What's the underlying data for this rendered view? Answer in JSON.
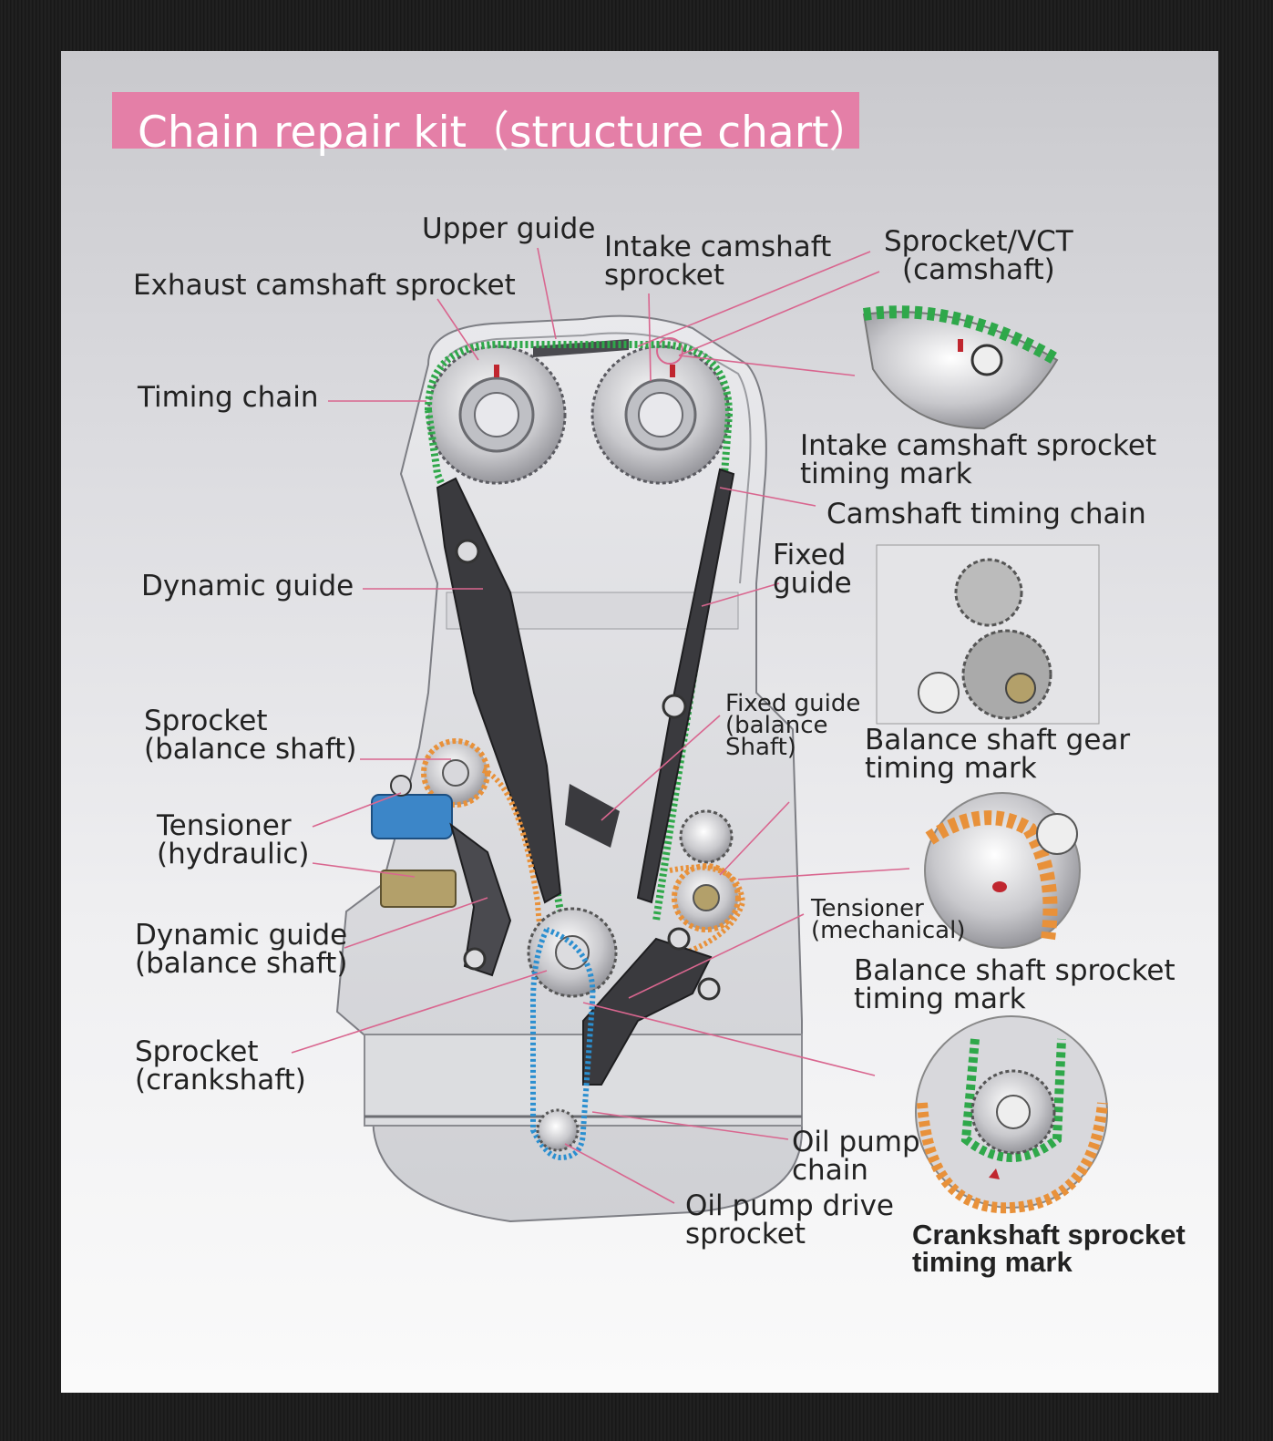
{
  "title": "Chain repair kit（structure chart）",
  "colors": {
    "title_bg": "#e47fa7",
    "leader": "#d9668f",
    "timing_chain": "#2fa84a",
    "balance_chain": "#e8913a",
    "oil_pump_chain": "#2b8fd0",
    "guide": "#2b2b2b",
    "tensioner": "#3c86c8"
  },
  "labels": {
    "upper_guide": "Upper guide",
    "intake_camshaft_sprocket": "Intake camshaft\nsprocket",
    "sprocket_vct": "Sprocket/VCT\n(camshaft)",
    "exhaust_camshaft_sprocket": "Exhaust camshaft sprocket",
    "timing_chain": "Timing chain",
    "intake_timing_mark": "Intake camshaft sprocket\ntiming mark",
    "camshaft_timing_chain": "Camshaft timing chain",
    "fixed_guide": "Fixed\nguide",
    "dynamic_guide": "Dynamic guide",
    "fixed_guide_balance": "Fixed guide\n(balance\nShaft)",
    "sprocket_balance_shaft": "Sprocket\n(balance shaft)",
    "balance_gear_timing_mark": "Balance shaft gear\ntiming mark",
    "tensioner_hydraulic": "Tensioner\n(hydraulic)",
    "tensioner_mechanical": "Tensioner\n(mechanical)",
    "dynamic_guide_balance": "Dynamic guide\n(balance shaft)",
    "balance_sprocket_timing_mark": "Balance shaft sprocket\ntiming mark",
    "sprocket_crankshaft": "Sprocket\n(crankshaft)",
    "oil_pump_chain": "Oil pump\nchain",
    "oil_pump_drive_sprocket": "Oil pump drive\nsprocket",
    "crank_timing_mark": "Crankshaft sprocket\ntiming mark"
  }
}
